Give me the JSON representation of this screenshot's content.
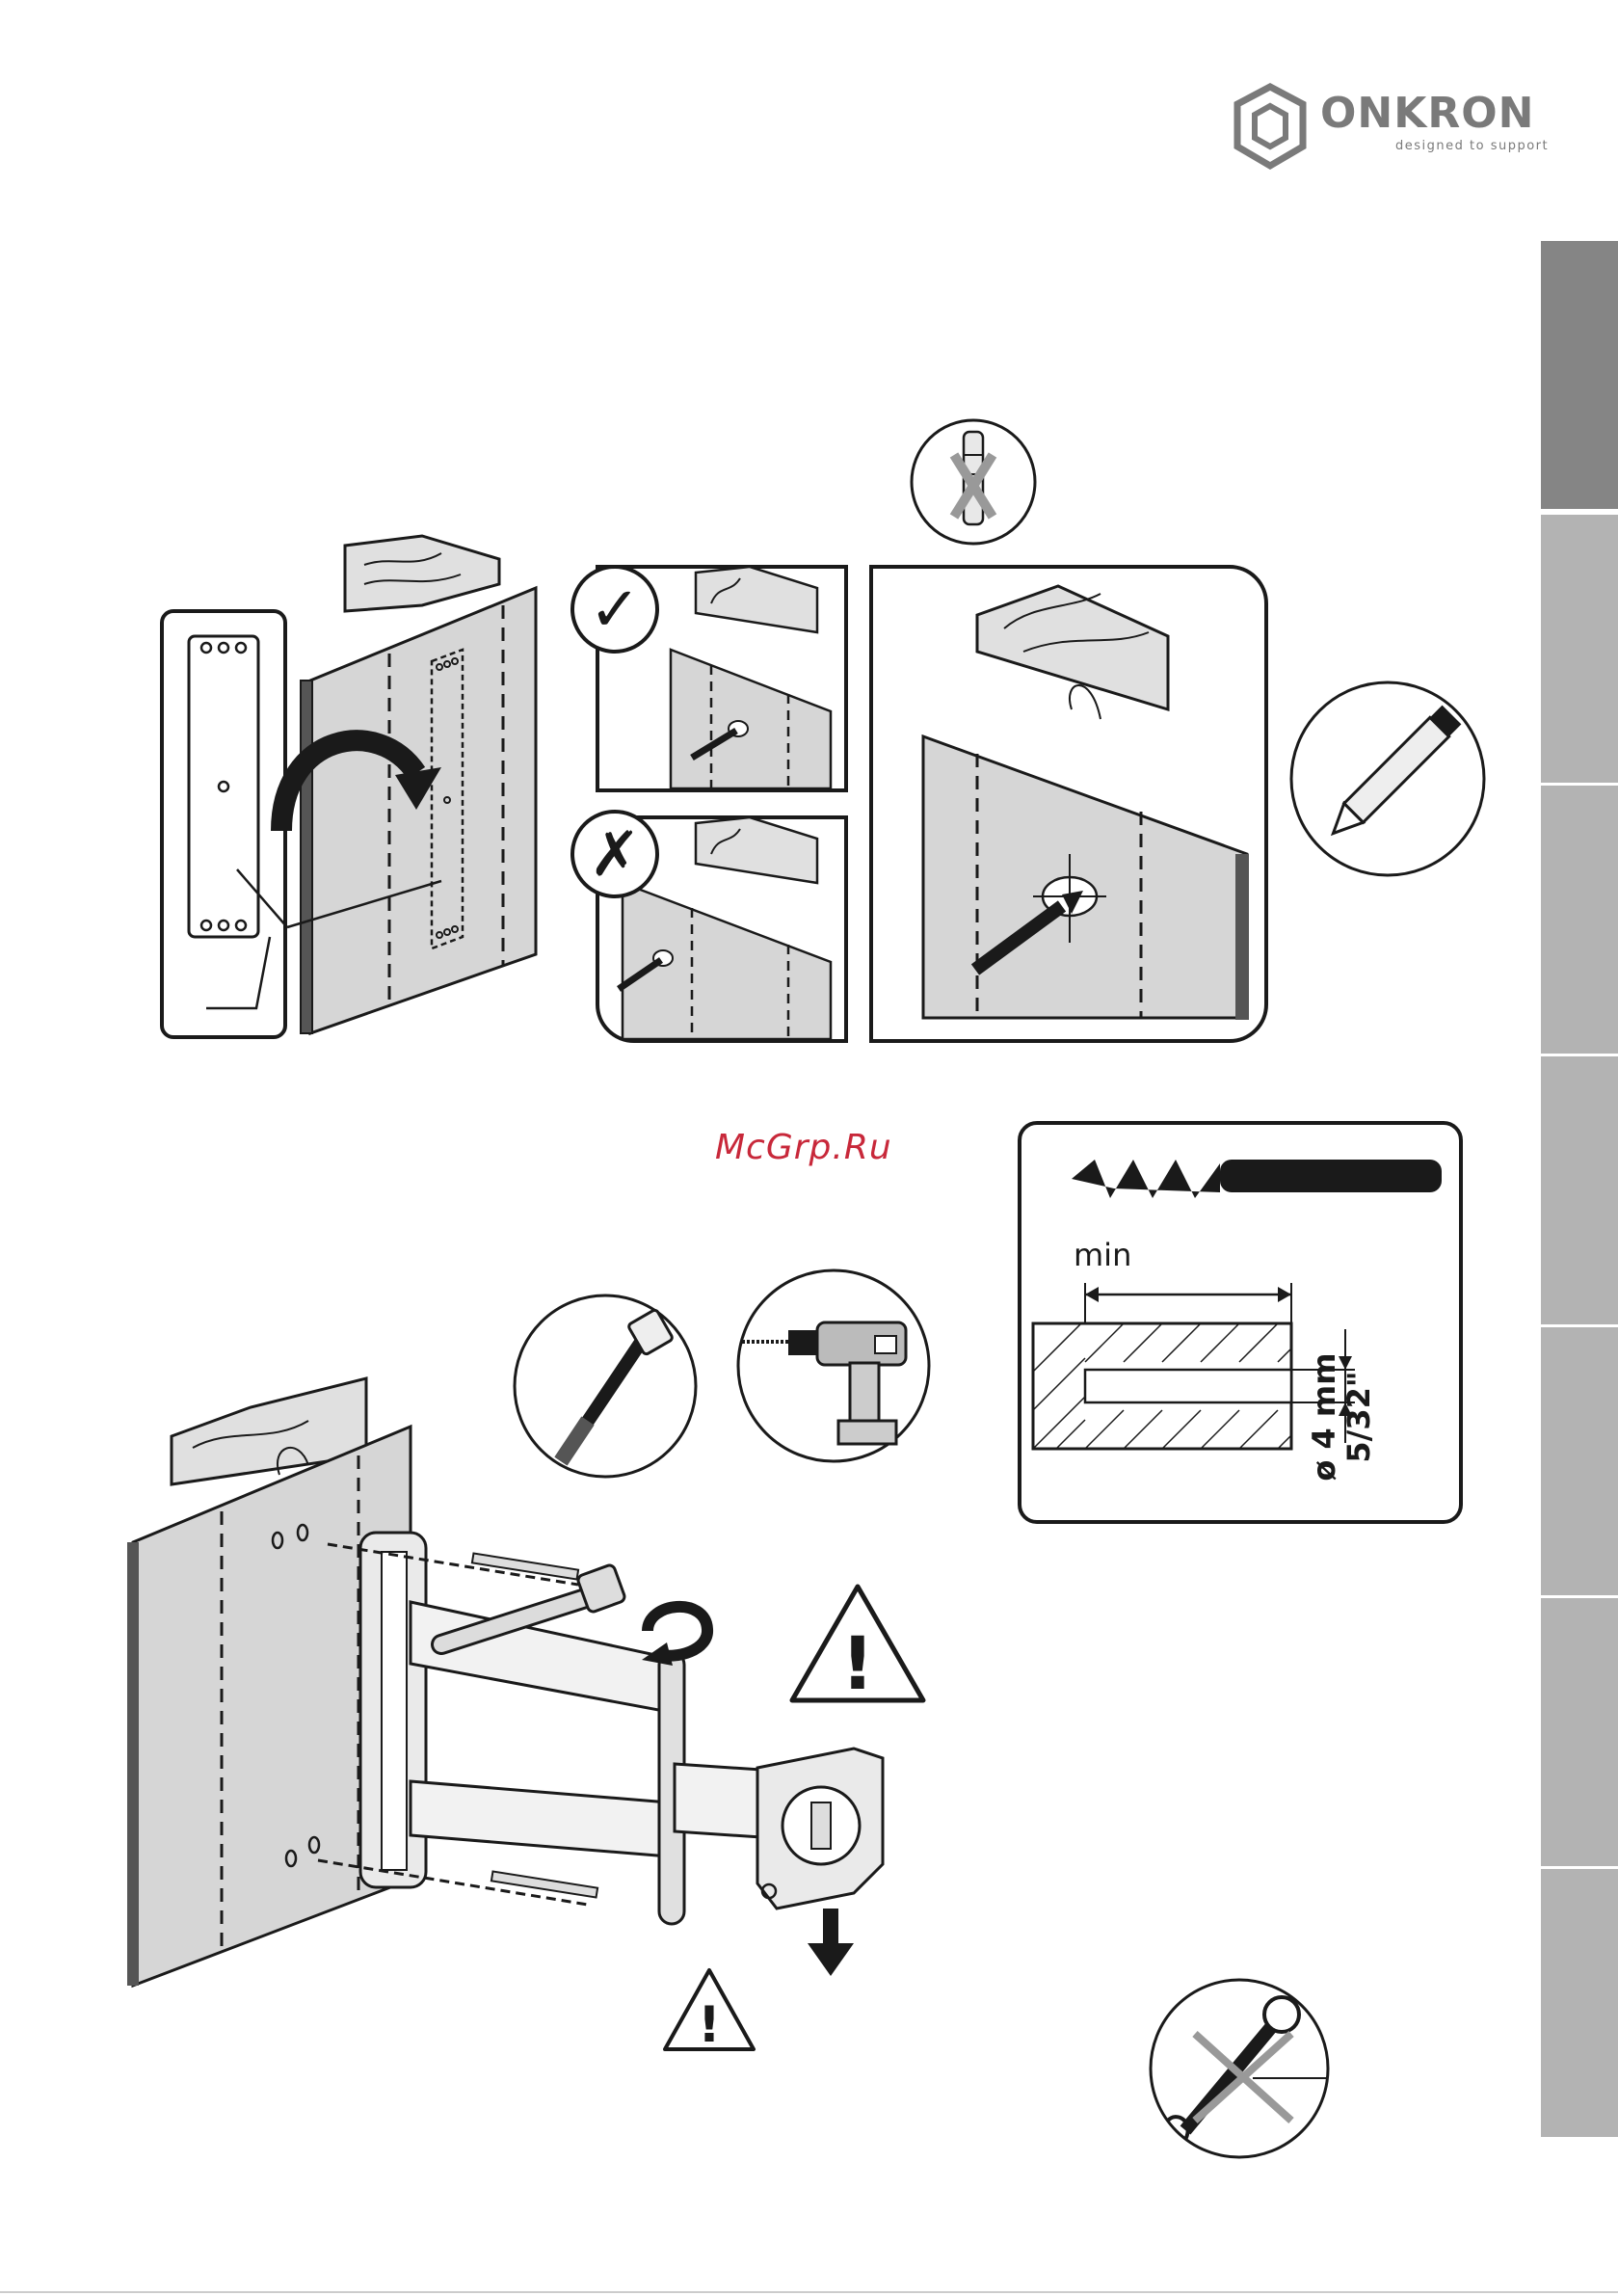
{
  "brand": {
    "name": "ONKRON",
    "tagline": "designed to support"
  },
  "watermark": "McGrp.Ru",
  "drill_spec": {
    "min_label": "min",
    "diameter_mm": "ø 4 mm",
    "diameter_in": "5/32\""
  },
  "icons": {
    "check": "✓",
    "cross": "✗",
    "warning": "!"
  },
  "side_tabs": {
    "count": 7,
    "active_index": 0
  },
  "colors": {
    "wall_fill": "#d6d6d6",
    "outline": "#1a1a1a",
    "tab_active": "#858585",
    "tab_inactive": "#b3b3b3",
    "watermark": "#c8283a",
    "logo_gray": "#7a7a7a"
  }
}
